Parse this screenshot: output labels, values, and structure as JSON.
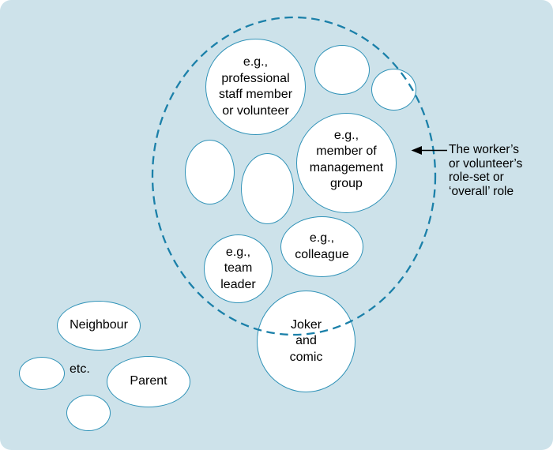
{
  "diagram": {
    "background_color": "#cde2ea",
    "ellipse_fill_color": "#ffffff",
    "ellipse_stroke_color": "#3193b8",
    "boundary_stroke_color": "#1b80a9",
    "arrow_color": "#000000",
    "labels": {
      "professional": "e.g.,\nprofessional\nstaff member\nor volunteer",
      "management": "e.g.,\nmember of\nmanagement\ngroup",
      "team_leader": "e.g.,\nteam\nleader",
      "colleague": "e.g.,\ncolleague",
      "joker": "Joker\nand\ncomic",
      "neighbour": "Neighbour",
      "parent": "Parent",
      "etc": "etc."
    },
    "annotation": "The worker’s\nor volunteer’s\nrole-set or\n‘overall’ role"
  }
}
